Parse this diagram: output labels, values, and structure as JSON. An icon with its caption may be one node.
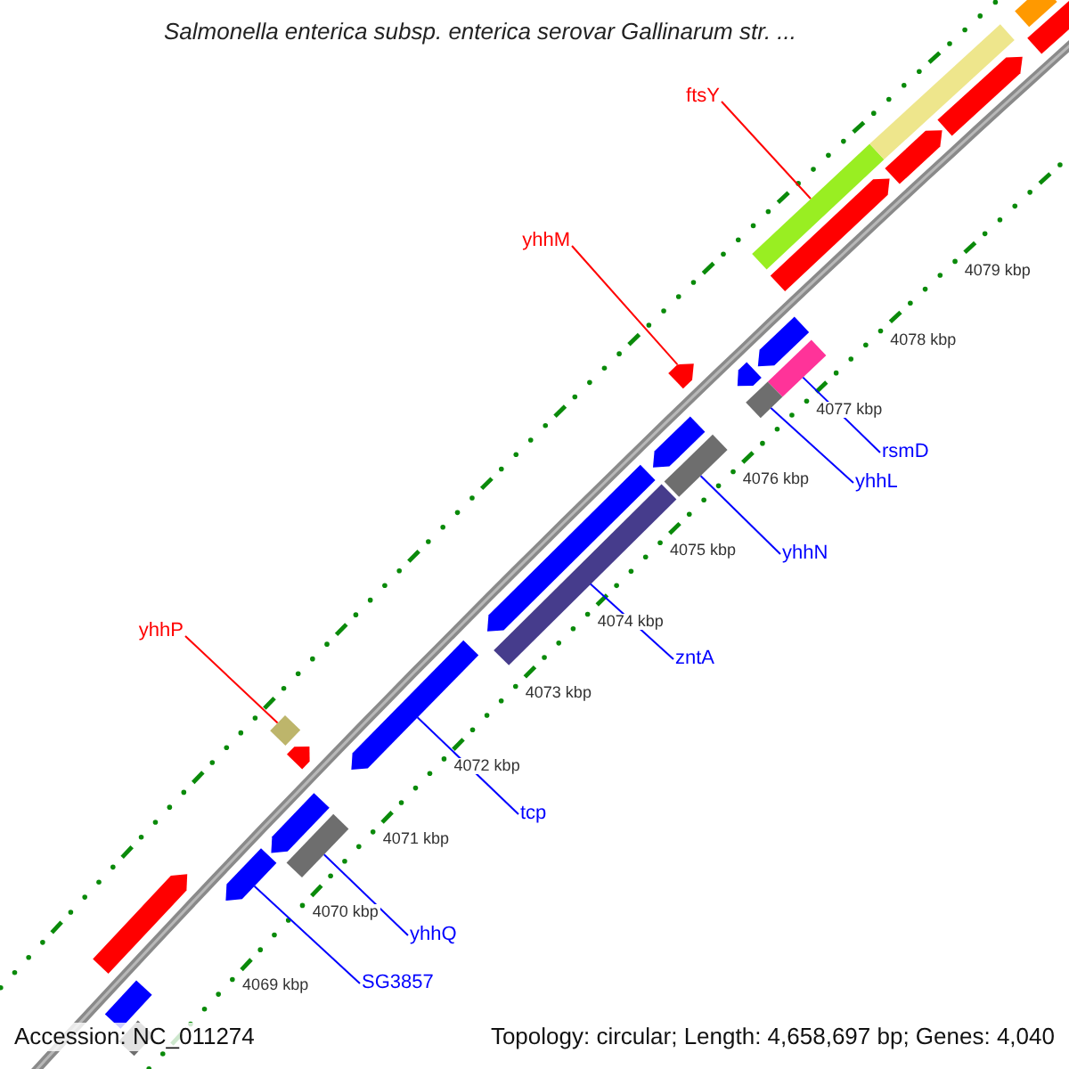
{
  "diagram": {
    "title": "Salmonella enterica subsp. enterica serovar Gallinarum str. ...",
    "nodes": [
      {
        "text": [
          "ftsY"
        ]
      },
      {
        "text": [],
        "shape": "bar"
      },
      {
        "text": [
          "yhhM"
        ]
      },
      {
        "text": [],
        "shape": "arrow"
      },
      {
        "text": [
          "rsmD"
        ]
      },
      {
        "text": [],
        "shape": "bar"
      },
      {
        "text": [
          "yhhL"
        ]
      },
      {
        "text": [],
        "shape": "bar"
      },
      {
        "text": [
          "yhhN"
        ]
      },
      {
        "text": [],
        "shape": "bar"
      },
      {
        "text": [
          "zntA"
        ]
      },
      {
        "text": [],
        "shape": "bar"
      },
      {
        "text": [
          "yhhP"
        ]
      },
      {
        "text": [],
        "shape": "bar"
      },
      {
        "text": [
          "tcp"
        ]
      },
      {
        "text": [],
        "shape": "arrow"
      },
      {
        "text": [
          "yhhQ"
        ]
      },
      {
        "text": [],
        "shape": "bar"
      },
      {
        "text": [
          "SG3857"
        ]
      },
      {
        "text": [],
        "shape": "arrow"
      },
      {
        "text": [],
        "shape": "bar"
      },
      {
        "text": [],
        "shape": "arrow"
      },
      {
        "text": [],
        "shape": "arrow"
      },
      {
        "text": [],
        "shape": "bar"
      },
      {
        "text": [],
        "shape": "arrow"
      },
      {
        "text": [],
        "shape": "arrow"
      },
      {
        "text": [],
        "shape": "arrow"
      },
      {
        "text": [],
        "shape": "arrow"
      },
      {
        "text": [],
        "shape": "arrow"
      },
      {
        "text": [],
        "shape": "arrow"
      },
      {
        "text": [],
        "shape": "arrow"
      },
      {
        "text": [],
        "shape": "arrow"
      },
      {
        "text": [],
        "shape": "arrow"
      },
      {
        "text": [],
        "shape": "bar"
      },
      {
        "text": [],
        "shape": "bar"
      }
    ],
    "edges": [
      {
        "from": 0,
        "to": 1,
        "arrow": "none",
        "color": "#ff0000"
      },
      {
        "from": 2,
        "to": 3,
        "arrow": "none",
        "color": "#ff0000"
      },
      {
        "from": 4,
        "to": 5,
        "arrow": "none"
      },
      {
        "from": 6,
        "to": 7,
        "arrow": "none"
      },
      {
        "from": 8,
        "to": 9,
        "arrow": "none"
      },
      {
        "from": 10,
        "to": 11,
        "arrow": "none"
      },
      {
        "from": 12,
        "to": 13,
        "arrow": "none",
        "color": "#ff0000"
      },
      {
        "from": 14,
        "to": 15,
        "arrow": "none"
      },
      {
        "from": 16,
        "to": 17,
        "arrow": "none"
      },
      {
        "from": 18,
        "to": 19,
        "arrow": "none"
      }
    ],
    "labels": [
      "4079 kbp",
      "4078 kbp",
      "4077 kbp",
      "4076 kbp",
      "4075 kbp",
      "4074 kbp",
      "4073 kbp",
      "4072 kbp",
      "4071 kbp",
      "4070 kbp",
      "4069 kbp",
      "Accession: NC_011274",
      "Topology: circular; Length: 4,658,697 bp; Genes: 4,040"
    ]
  }
}
